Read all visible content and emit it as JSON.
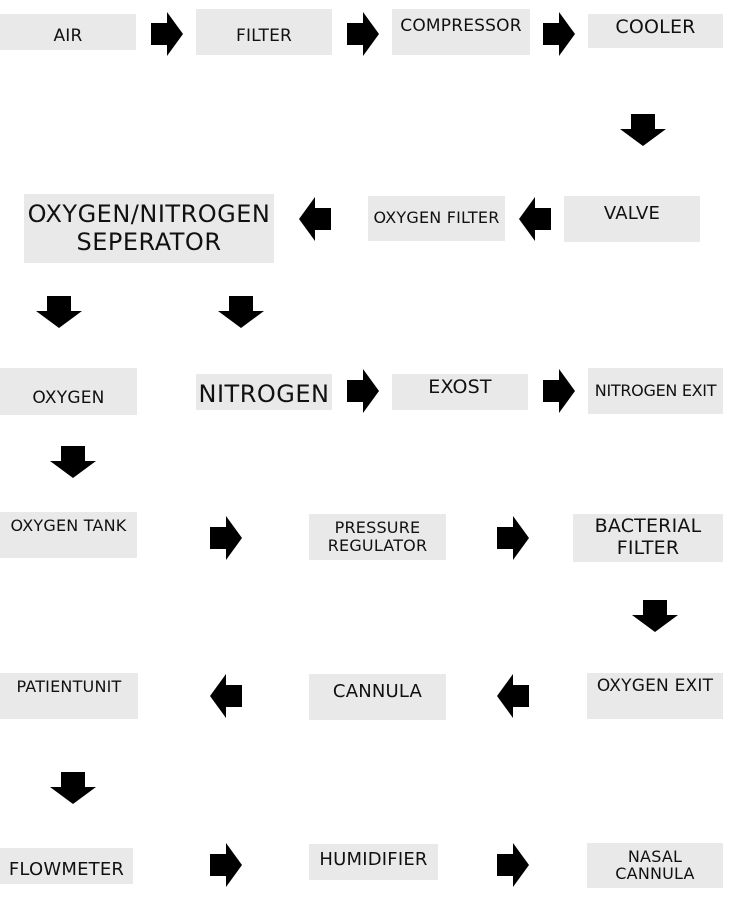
{
  "colors": {
    "box_fill": "#e9e9e9",
    "arrow_fill": "#000000",
    "text": "#111111"
  },
  "nodes": {
    "air": "AIR",
    "filter": "FILTER",
    "compressor": "COMPRESSOR",
    "cooler": "COOLER",
    "valve": "VALVE",
    "oxygen_filter": "OXYGEN FILTER",
    "separator": "OXYGEN/NITROGEN\nSEPERATOR",
    "oxygen": "OXYGEN",
    "nitrogen": "NITROGEN",
    "exost": "EXOST",
    "nitrogen_exit": "NITROGEN EXIT",
    "oxygen_tank": "OXYGEN TANK",
    "pressure_regulator": "PRESSURE\nREGULATOR",
    "bacterial_filter": "BACTERIAL\nFILTER",
    "oxygen_exit": "OXYGEN EXIT",
    "cannula": "CANNULA",
    "patient_unit": "PATIENTUNIT",
    "flowmeter": "FLOWMETER",
    "humidifier": "HUMIDIFIER",
    "nasal_cannula": "NASAL\nCANNULA"
  }
}
